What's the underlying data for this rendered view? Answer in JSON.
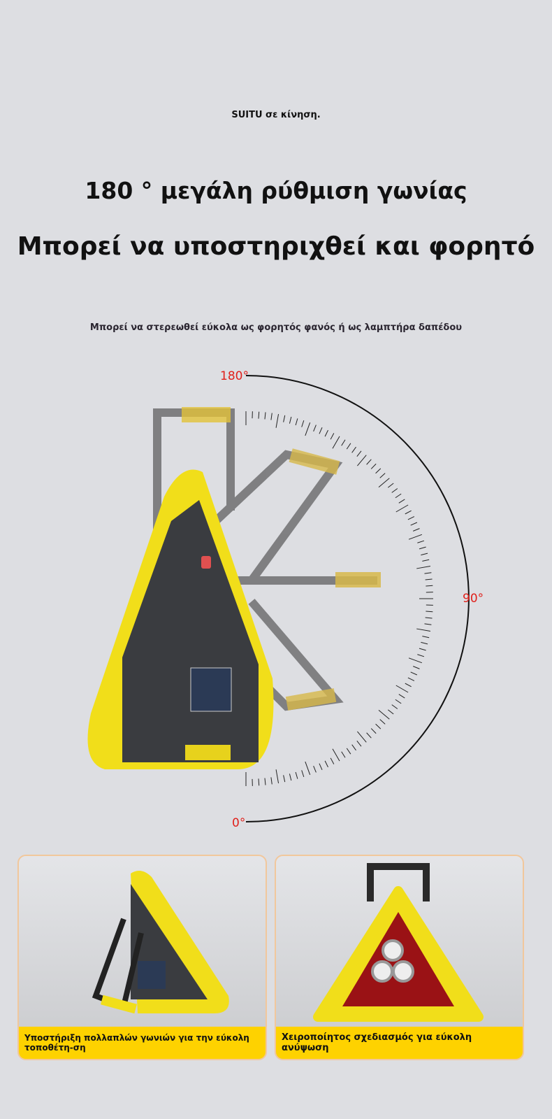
{
  "brand_line": "SUITU σε κίνηση.",
  "headline": "180 ° μεγάλη ρύθμιση γωνίας",
  "subheadline": "Μπορεί να υποστηριχθεί και φορητό",
  "description": "Μπορεί να στερεωθεί εύκολα ως φορητός φανός ή ως λαμπτήρα δαπέδου",
  "angle_labels": {
    "top": "180°",
    "middle": "90°",
    "bottom": "0°"
  },
  "colors": {
    "accent": "#fed200",
    "label_red": "#e0201b",
    "card_border": "#f1c79c"
  },
  "cards": [
    {
      "caption": "Υποστήριξη πολλαπλών γωνιών για την εύκολη τοποθέτη-ση"
    },
    {
      "caption": "Χειροποίητος σχεδιασμός για εύκολη ανύψωση"
    }
  ]
}
